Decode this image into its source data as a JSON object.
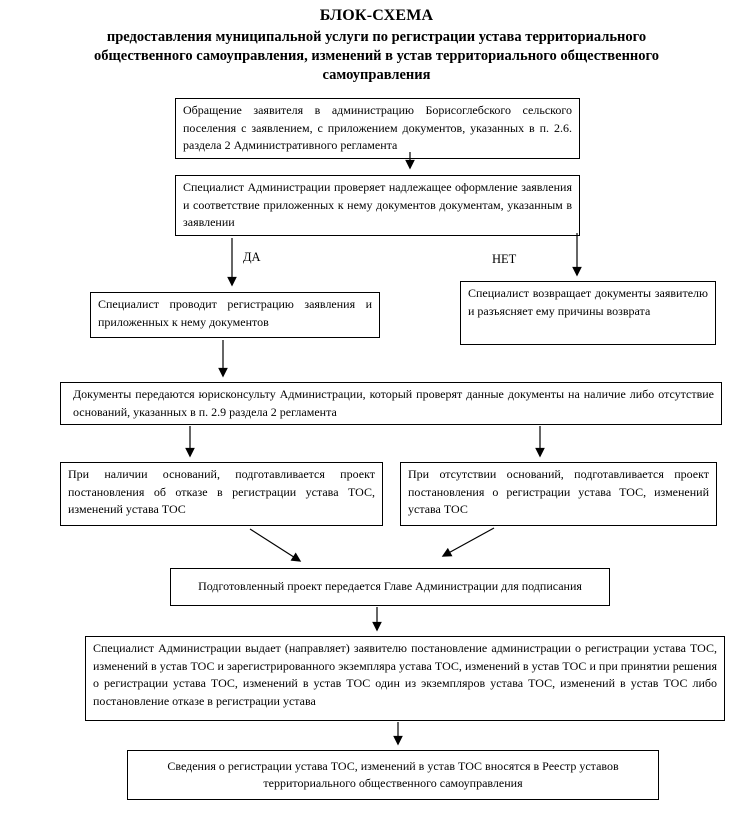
{
  "page": {
    "background": "#ffffff",
    "text_color": "#000000",
    "border_color": "#000000"
  },
  "title": {
    "heading": "БЛОК-СХЕМА",
    "subtitle": "предоставления муниципальной услуги по регистрации устава территориального общественного самоуправления, изменений в устав территориального общественного самоуправления"
  },
  "branch_labels": {
    "yes": "ДА",
    "no": "НЕТ"
  },
  "boxes": {
    "application": "Обращение заявителя в администрацию Борисоглебского сельского поселения с заявлением, с приложением документов, указанных в п. 2.6. раздела 2 Административного регламента",
    "check": "Специалист Администрации проверяет надлежащее оформление заявления и соответствие приложенных к нему документов документам, указанным в заявлении",
    "registration": "Специалист проводит регистрацию заявления и приложенных к нему документов",
    "return_documents": "Специалист возвращает документы заявителю и разъясняет ему причины возврата",
    "legal_review": "Документы передаются  юрисконсульту Администрации, который проверят данные документы на наличие либо отсутствие оснований, указанных в п. 2.9 раздела 2 регламента",
    "refusal_draft": "При наличии оснований, подготавливается проект постановления об отказе в регистрации устава ТОС, изменений устава ТОС",
    "approval_draft": "При отсутствии оснований, подготавливается проект постановления о регистрации устава ТОС, изменений устава ТОС",
    "signing": "Подготовленный проект передается Главе Администрации для подписания",
    "issuance": "Специалист Администрации выдает (направляет) заявителю постановление администрации о регистрации устава ТОС, изменений в устав ТОС и зарегистрированного экземпляра устава ТОС, изменений в устав ТОС и при принятии решения о регистрации устава ТОС, изменений в устав ТОС один из экземпляров устава ТОС, изменений в устав ТОС либо постановление отказе в регистрации устава",
    "registry": "Сведения о регистрации устава ТОС, изменений в устав ТОС вносятся в Реестр уставов территориального общественного самоуправления"
  }
}
